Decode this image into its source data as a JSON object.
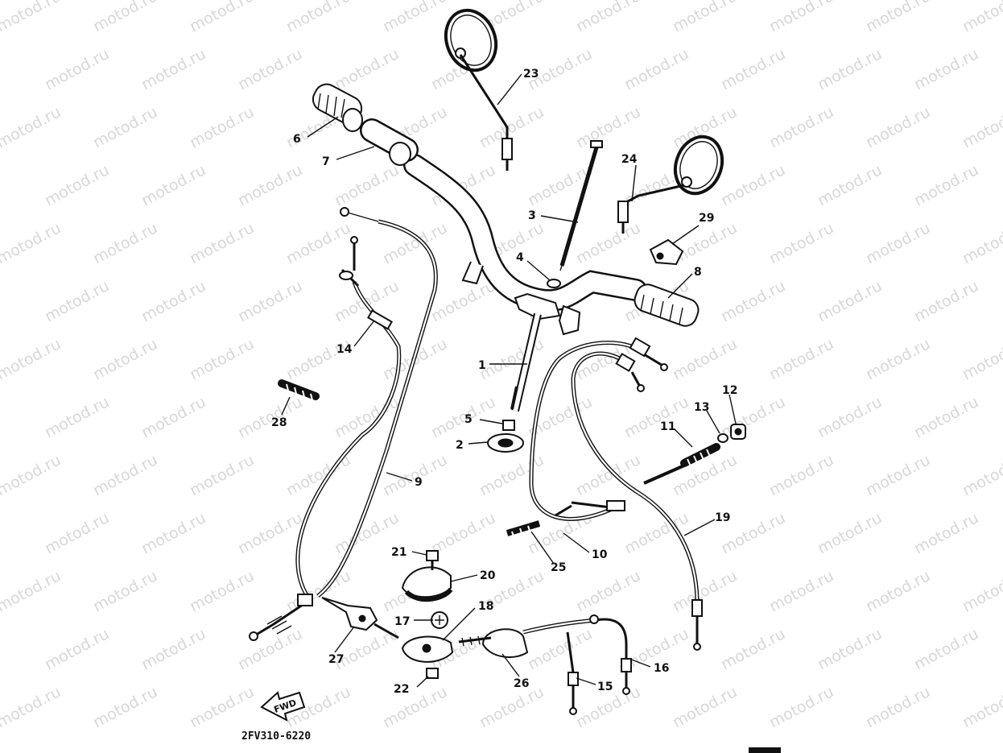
{
  "watermark": {
    "text": "motod.ru",
    "color": "#d8d8d8"
  },
  "diagram_code": "2FV310-6220",
  "forward_arrow_label": "FWD",
  "colors": {
    "ink": "#111111",
    "background": "#ffffff"
  },
  "callouts": [
    {
      "id": "1",
      "label": "1"
    },
    {
      "id": "2",
      "label": "2"
    },
    {
      "id": "3",
      "label": "3"
    },
    {
      "id": "4",
      "label": "4"
    },
    {
      "id": "5",
      "label": "5"
    },
    {
      "id": "6",
      "label": "6"
    },
    {
      "id": "7",
      "label": "7"
    },
    {
      "id": "8",
      "label": "8"
    },
    {
      "id": "9",
      "label": "9"
    },
    {
      "id": "10",
      "label": "10"
    },
    {
      "id": "11",
      "label": "11"
    },
    {
      "id": "12",
      "label": "12"
    },
    {
      "id": "13",
      "label": "13"
    },
    {
      "id": "14",
      "label": "14"
    },
    {
      "id": "15",
      "label": "15"
    },
    {
      "id": "16",
      "label": "16"
    },
    {
      "id": "17",
      "label": "17"
    },
    {
      "id": "18",
      "label": "18"
    },
    {
      "id": "19",
      "label": "19"
    },
    {
      "id": "20",
      "label": "20"
    },
    {
      "id": "21",
      "label": "21"
    },
    {
      "id": "22",
      "label": "22"
    },
    {
      "id": "23",
      "label": "23"
    },
    {
      "id": "24",
      "label": "24"
    },
    {
      "id": "25",
      "label": "25"
    },
    {
      "id": "26",
      "label": "26"
    },
    {
      "id": "27",
      "label": "27"
    },
    {
      "id": "28",
      "label": "28"
    },
    {
      "id": "29",
      "label": "29"
    }
  ]
}
